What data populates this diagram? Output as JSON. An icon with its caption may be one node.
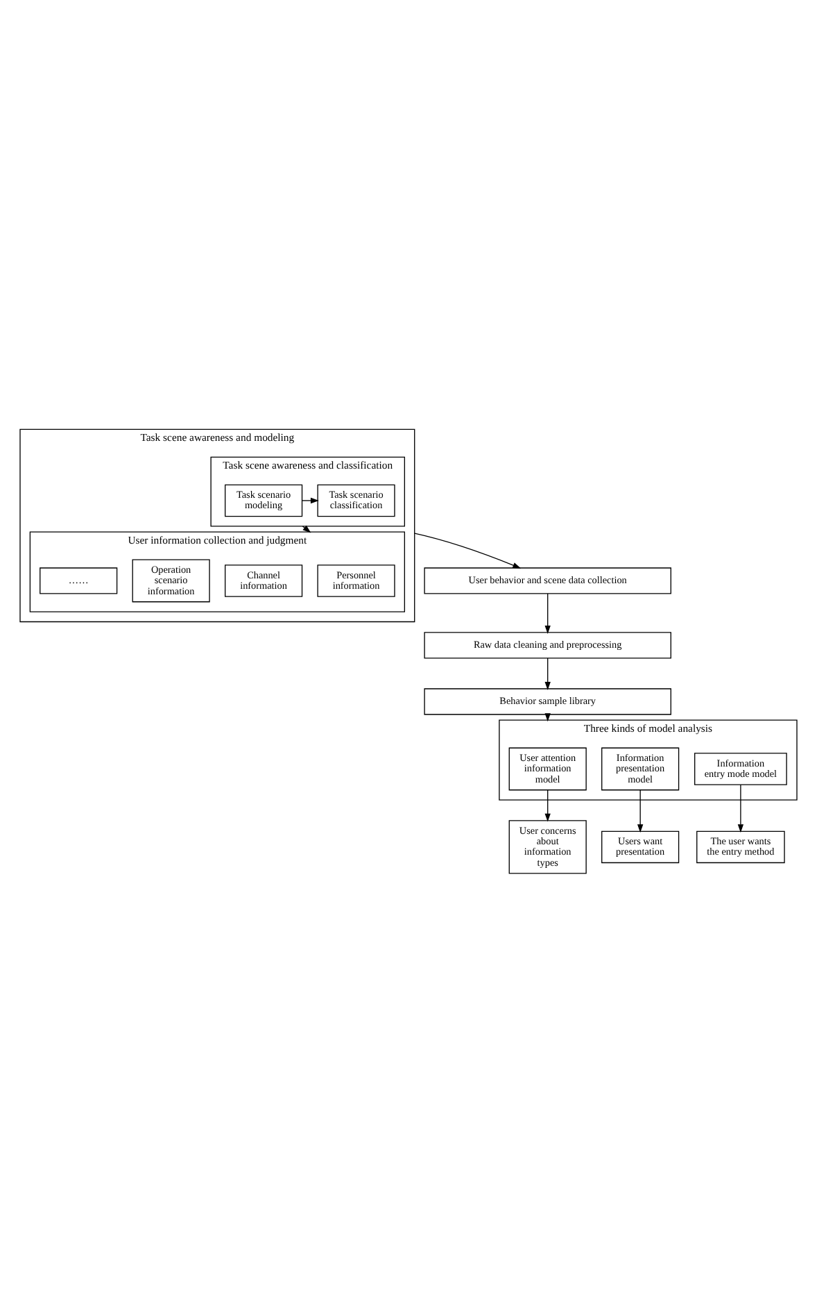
{
  "diagram": {
    "nodes": [
      {
        "text": [
          "Task scene awareness and modeling"
        ]
      },
      {
        "text": [
          "Task scene awareness and classification"
        ],
        "in": 0
      },
      {
        "text": [
          "Task scenario modeling"
        ],
        "in": 1
      },
      {
        "text": [
          "Task scenario classification"
        ],
        "in": 1
      },
      {
        "text": [
          "User information collection and judgment"
        ],
        "in": 0
      },
      {
        "text": [
          "Personnel information"
        ],
        "in": 4
      },
      {
        "text": [
          "Channel information"
        ],
        "in": 4
      },
      {
        "text": [
          "Operation scenario information"
        ],
        "in": 4
      },
      {
        "text": [
          "……"
        ],
        "in": 4
      },
      {
        "text": [
          "User behavior and scene data collection"
        ]
      },
      {
        "text": [
          "Raw data cleaning and preprocessing"
        ]
      },
      {
        "text": [
          "Behavior sample library"
        ]
      },
      {
        "text": [
          "Three kinds of model analysis"
        ]
      },
      {
        "text": [
          "User attention information model"
        ],
        "in": 12
      },
      {
        "text": [
          "Information presentation model"
        ],
        "in": 12
      },
      {
        "text": [
          "Information entry mode model"
        ],
        "in": 12
      },
      {
        "text": [
          "User concerns about information types"
        ]
      },
      {
        "text": [
          "Users want presentation"
        ]
      },
      {
        "text": [
          "The user wants the entry method"
        ]
      }
    ],
    "edges": [
      {
        "from": 2,
        "to": 3,
        "arrow": "to"
      },
      {
        "from": 1,
        "to": 4,
        "arrow": "to"
      },
      {
        "from": 0,
        "to": 9,
        "arrow": "to"
      },
      {
        "from": 9,
        "to": 10,
        "arrow": "to"
      },
      {
        "from": 10,
        "to": 11,
        "arrow": "to"
      },
      {
        "from": 11,
        "to": 12,
        "arrow": "to"
      },
      {
        "from": 13,
        "to": 16,
        "arrow": "to"
      },
      {
        "from": 14,
        "to": 17,
        "arrow": "to"
      },
      {
        "from": 15,
        "to": 18,
        "arrow": "to"
      }
    ]
  }
}
